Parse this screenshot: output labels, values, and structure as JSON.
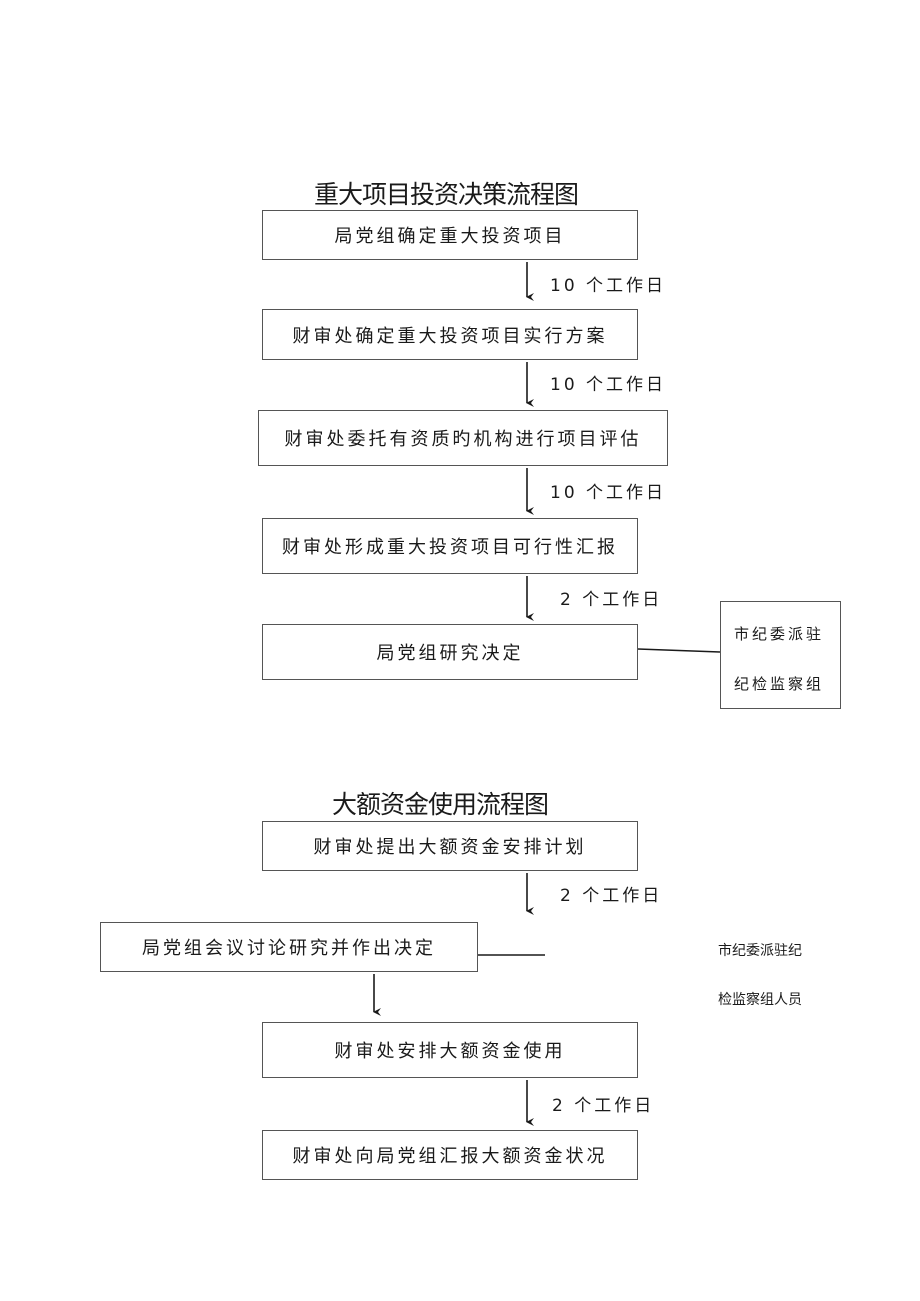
{
  "flow1": {
    "title": "重大项目投资决策流程图",
    "steps": [
      "局党组确定重大投资项目",
      "财审处确定重大投资项目实行方案",
      "财审处委托有资质旳机构进行项目评估",
      "财审处形成重大投资项目可行性汇报",
      "局党组研究决定"
    ],
    "durations": [
      "10 个工作日",
      "10 个工作日",
      "10 个工作日",
      "2 个工作日"
    ],
    "supervisor_lines": [
      "市纪委派驻",
      "纪检监察组"
    ]
  },
  "flow2": {
    "title": "大额资金使用流程图",
    "steps": [
      "财审处提出大额资金安排计划",
      "局党组会议讨论研究并作出决定",
      "财审处安排大额资金使用",
      "财审处向局党组汇报大额资金状况"
    ],
    "durations": [
      "2 个工作日",
      "2 个工作日"
    ],
    "supervisor_lines": [
      "市纪委派驻纪",
      "检监察组人员"
    ]
  }
}
